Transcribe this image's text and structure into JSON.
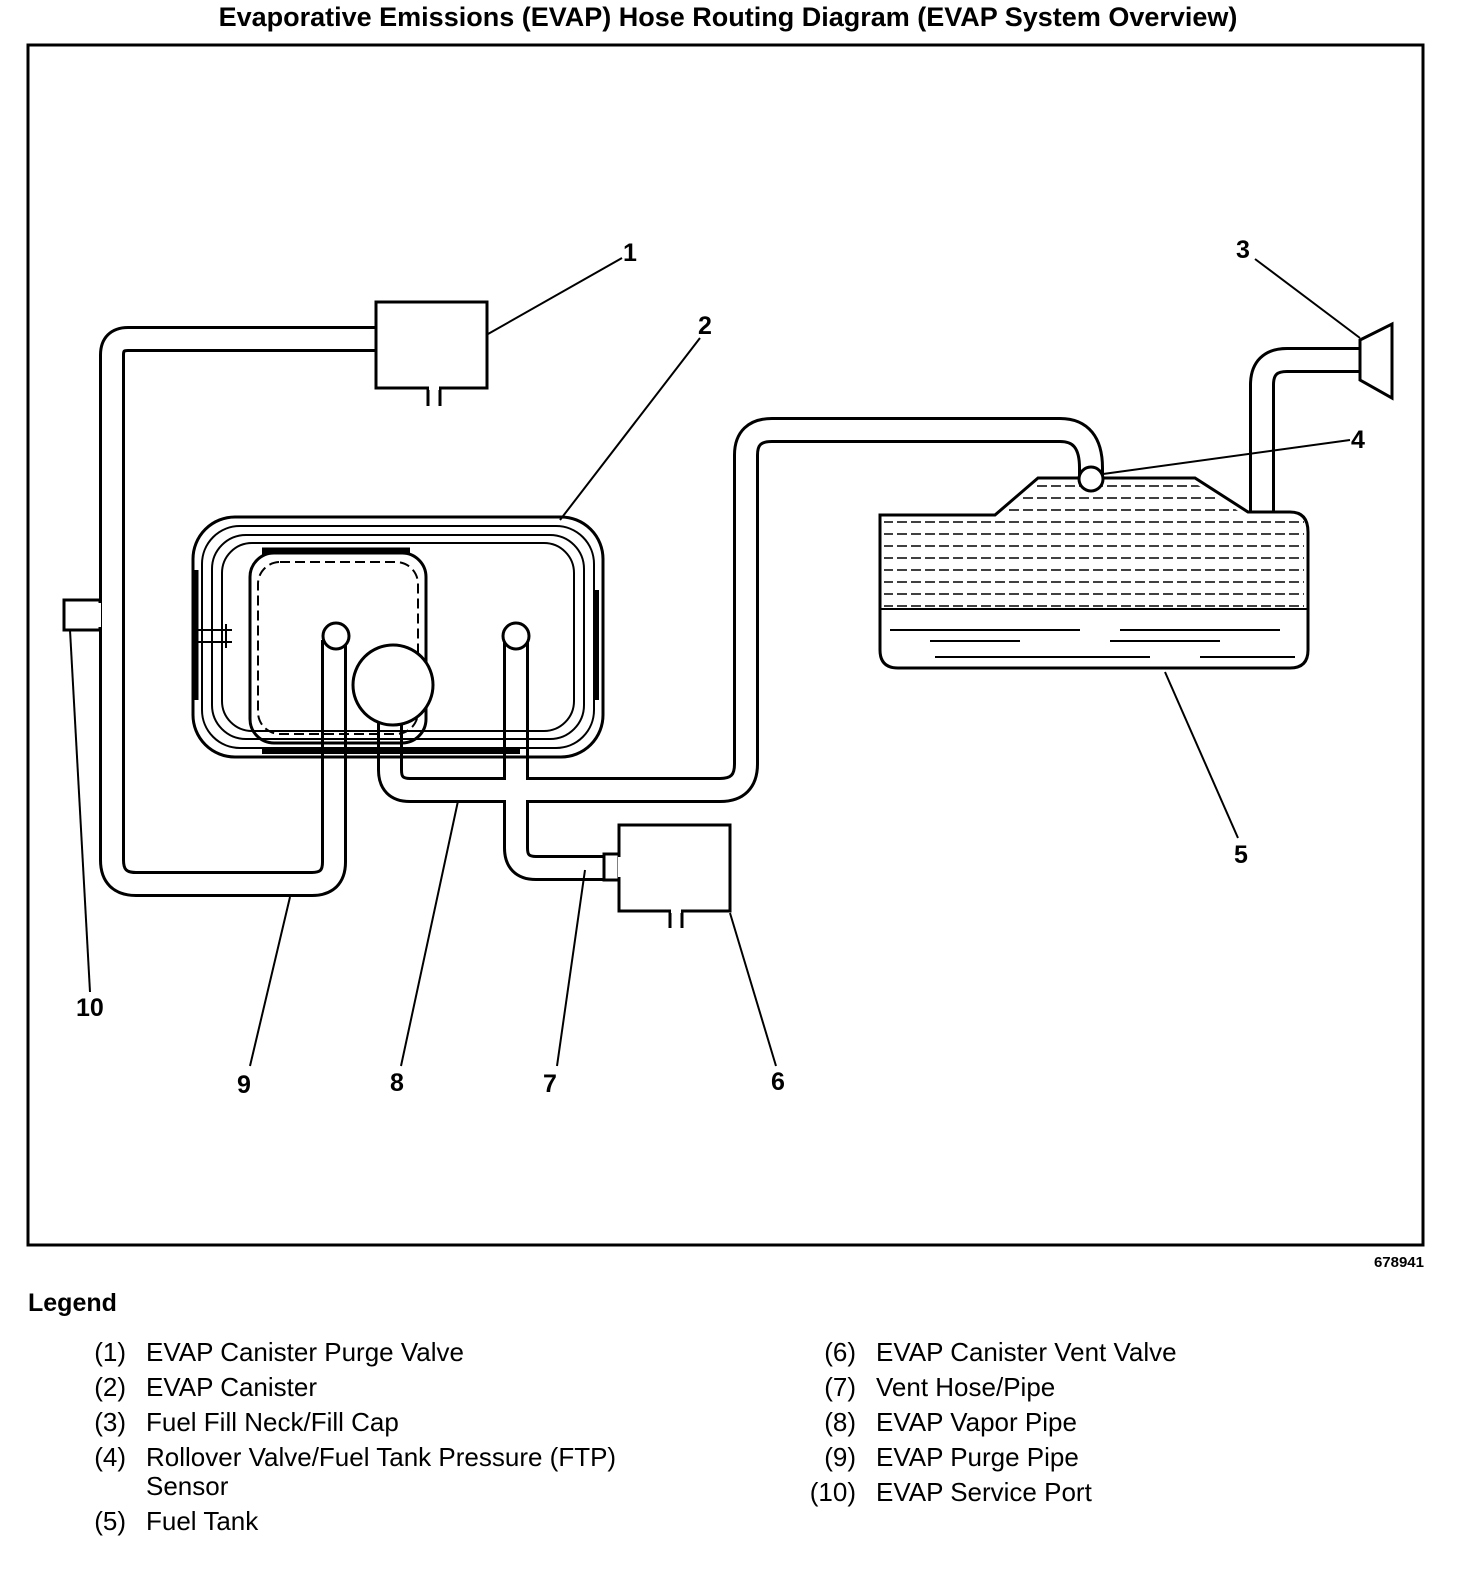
{
  "title": "Evaporative Emissions (EVAP) Hose Routing Diagram (EVAP System Overview)",
  "figure_id": "678941",
  "callouts": [
    "1",
    "2",
    "3",
    "4",
    "5",
    "6",
    "7",
    "8",
    "9",
    "10"
  ],
  "legend": {
    "title": "Legend",
    "left": [
      {
        "num": "(1)",
        "text": "EVAP Canister Purge Valve"
      },
      {
        "num": "(2)",
        "text": "EVAP Canister"
      },
      {
        "num": "(3)",
        "text": "Fuel Fill Neck/Fill Cap"
      },
      {
        "num": "(4)",
        "text": "Rollover Valve/Fuel Tank Pressure (FTP) Sensor"
      },
      {
        "num": "(5)",
        "text": "Fuel Tank"
      }
    ],
    "right": [
      {
        "num": "(6)",
        "text": "EVAP Canister Vent Valve"
      },
      {
        "num": "(7)",
        "text": "Vent Hose/Pipe"
      },
      {
        "num": "(8)",
        "text": "EVAP Vapor Pipe"
      },
      {
        "num": "(9)",
        "text": "EVAP Purge Pipe"
      },
      {
        "num": "(10)",
        "text": "EVAP Service Port"
      }
    ]
  }
}
